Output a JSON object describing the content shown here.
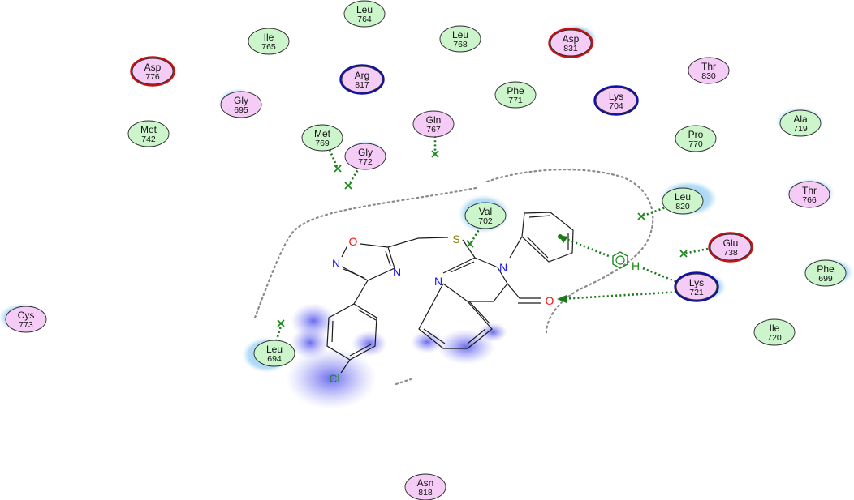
{
  "residues": [
    {
      "id": "leu764",
      "name": "Leu",
      "num": "764",
      "type": "hydrophobic",
      "ring": "none"
    },
    {
      "id": "ile765",
      "name": "Ile",
      "num": "765",
      "type": "hydrophobic",
      "ring": "none"
    },
    {
      "id": "leu768",
      "name": "Leu",
      "num": "768",
      "type": "hydrophobic",
      "ring": "none"
    },
    {
      "id": "asp831",
      "name": "Asp",
      "num": "831",
      "type": "polar",
      "ring": "acidic"
    },
    {
      "id": "asp776",
      "name": "Asp",
      "num": "776",
      "type": "polar",
      "ring": "acidic"
    },
    {
      "id": "arg817",
      "name": "Arg",
      "num": "817",
      "type": "polar",
      "ring": "basic"
    },
    {
      "id": "thr830",
      "name": "Thr",
      "num": "830",
      "type": "polar",
      "ring": "none"
    },
    {
      "id": "gly695",
      "name": "Gly",
      "num": "695",
      "type": "polar",
      "ring": "none"
    },
    {
      "id": "phe771",
      "name": "Phe",
      "num": "771",
      "type": "hydrophobic",
      "ring": "none"
    },
    {
      "id": "lys704",
      "name": "Lys",
      "num": "704",
      "type": "polar",
      "ring": "basic"
    },
    {
      "id": "ala719",
      "name": "Ala",
      "num": "719",
      "type": "hydrophobic",
      "ring": "none"
    },
    {
      "id": "met742",
      "name": "Met",
      "num": "742",
      "type": "hydrophobic",
      "ring": "none"
    },
    {
      "id": "gln767",
      "name": "Gln",
      "num": "767",
      "type": "polar",
      "ring": "none"
    },
    {
      "id": "met769",
      "name": "Met",
      "num": "769",
      "type": "hydrophobic",
      "ring": "none"
    },
    {
      "id": "pro770",
      "name": "Pro",
      "num": "770",
      "type": "hydrophobic",
      "ring": "none"
    },
    {
      "id": "gly772",
      "name": "Gly",
      "num": "772",
      "type": "polar",
      "ring": "none"
    },
    {
      "id": "leu820",
      "name": "Leu",
      "num": "820",
      "type": "hydrophobic",
      "ring": "none"
    },
    {
      "id": "thr766",
      "name": "Thr",
      "num": "766",
      "type": "polar",
      "ring": "none"
    },
    {
      "id": "val702",
      "name": "Val",
      "num": "702",
      "type": "hydrophobic",
      "ring": "none"
    },
    {
      "id": "glu738",
      "name": "Glu",
      "num": "738",
      "type": "polar",
      "ring": "acidic"
    },
    {
      "id": "phe699",
      "name": "Phe",
      "num": "699",
      "type": "hydrophobic",
      "ring": "none"
    },
    {
      "id": "lys721",
      "name": "Lys",
      "num": "721",
      "type": "polar",
      "ring": "basic"
    },
    {
      "id": "cys773",
      "name": "Cys",
      "num": "773",
      "type": "polar",
      "ring": "none"
    },
    {
      "id": "leu694",
      "name": "Leu",
      "num": "694",
      "type": "hydrophobic",
      "ring": "none"
    },
    {
      "id": "ile720",
      "name": "Ile",
      "num": "720",
      "type": "hydrophobic",
      "ring": "none"
    },
    {
      "id": "asn818",
      "name": "Asn",
      "num": "818",
      "type": "polar",
      "ring": "none"
    }
  ],
  "ligand": {
    "atoms": {
      "oxadiazole_O": "O",
      "oxadiazole_N1": "N",
      "oxadiazole_N2": "N",
      "sulfur": "S",
      "quinazoline_N1": "N",
      "quinazoline_N3": "N",
      "carbonyl_O": "O",
      "chlorine": "Cl",
      "pi_H": "H"
    }
  },
  "colors": {
    "hydrophobic_fill": "#ccf5cc",
    "polar_fill": "#f5ccf5",
    "acidic_ring": "#cc1111",
    "basic_ring": "#1111aa",
    "hbond": "#1a7a1a",
    "exposure_halo": "#7fc4f0",
    "ligand_exposure": "#5555ee",
    "nitrogen": "#1414ff",
    "oxygen": "#ff1414",
    "sulfur": "#808000",
    "chlorine": "#148a14"
  }
}
